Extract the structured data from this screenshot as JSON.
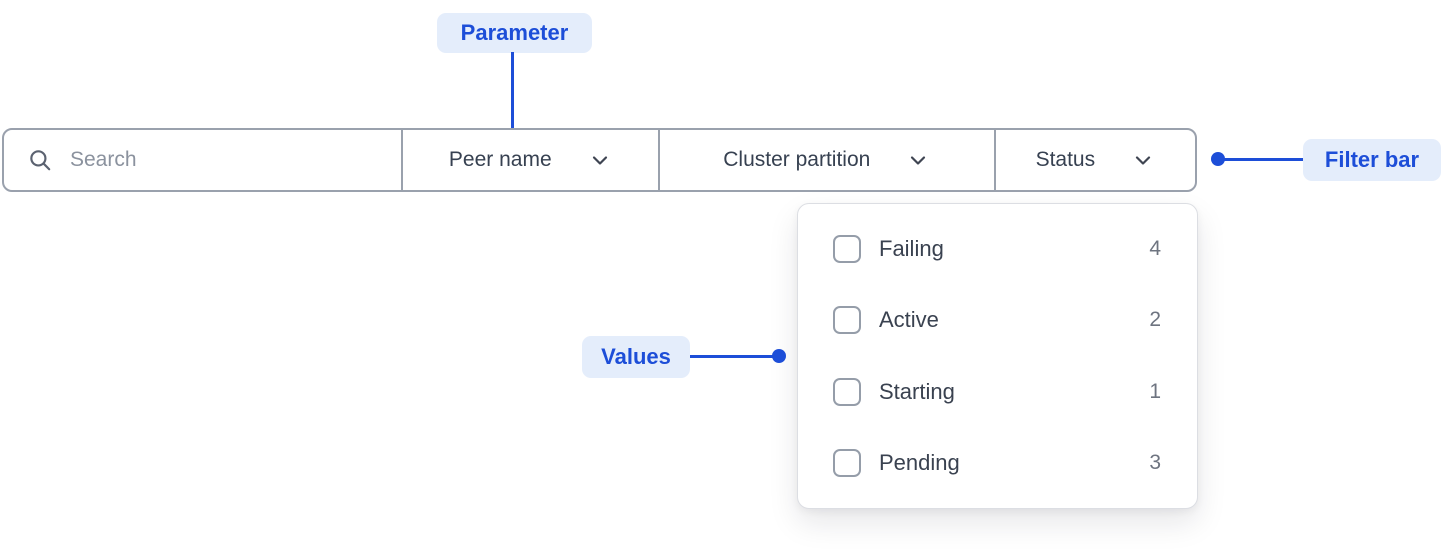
{
  "colors": {
    "accent_blue": "#1d4ed8",
    "badge_background": "#e4edfb",
    "bar_border_gray": "#9aa1ad",
    "text_dark": "#374151",
    "text_muted": "#6e7480"
  },
  "annotations": {
    "parameter_label": "Parameter",
    "filter_bar_label": "Filter bar",
    "values_label": "Values"
  },
  "filter_bar": {
    "search": {
      "placeholder": "Search",
      "value": ""
    },
    "dropdowns": [
      {
        "label": "Peer name"
      },
      {
        "label": "Cluster partition"
      },
      {
        "label": "Status"
      }
    ]
  },
  "status_menu": {
    "items": [
      {
        "label": "Failing",
        "count": 4,
        "checked": false
      },
      {
        "label": "Active",
        "count": 2,
        "checked": false
      },
      {
        "label": "Starting",
        "count": 1,
        "checked": false
      },
      {
        "label": "Pending",
        "count": 3,
        "checked": false
      }
    ]
  }
}
